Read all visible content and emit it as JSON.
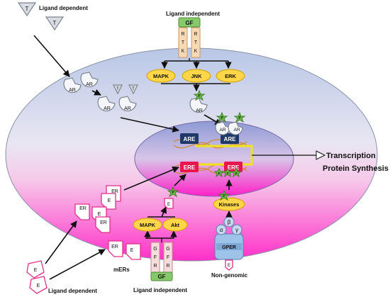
{
  "labels": {
    "ligand_dependent_top": "Ligand dependent",
    "ligand_independent_top": "Ligand independent",
    "ligand_dependent_bottom": "Ligand dependent",
    "ligand_independent_bottom": "Ligand independent",
    "non_genomic": "Non-genomic",
    "mers": "mERs",
    "transcription": "Transcription",
    "protein_synthesis": "Protein Synthesis"
  },
  "ligands": {
    "testosterone": "T",
    "estrogen": "E"
  },
  "receptors": {
    "ar": "AR",
    "er": "ER",
    "gper": "GPER"
  },
  "kinases": {
    "mapk": "MAPK",
    "jnk": "JNK",
    "erk": "ERK",
    "mapk_bottom": "MAPK",
    "akt": "Akt",
    "kinases": "Kinases"
  },
  "rtk_letters": [
    "R",
    "T",
    "K"
  ],
  "gfr_letters": [
    "G",
    "F",
    "R"
  ],
  "growth_factor": "GF",
  "phospho": "P",
  "dna_elements": {
    "are": "ARE",
    "ere": "ERE"
  },
  "gper_subunits": {
    "alpha": "α",
    "beta": "β",
    "gamma": "γ"
  },
  "colors": {
    "cytoplasm_top": "#9fb4dc",
    "cytoplasm_bottom": "#ff33cc",
    "nucleus_top": "#8a95d0",
    "nucleus_bottom": "#ff00cc",
    "kinase_fill": "#ffd54a",
    "are_box": "#1f3a68",
    "ere_box": "#e8174f",
    "growth_factor": "#86c96a",
    "phospho_star": "#6cc24a"
  }
}
